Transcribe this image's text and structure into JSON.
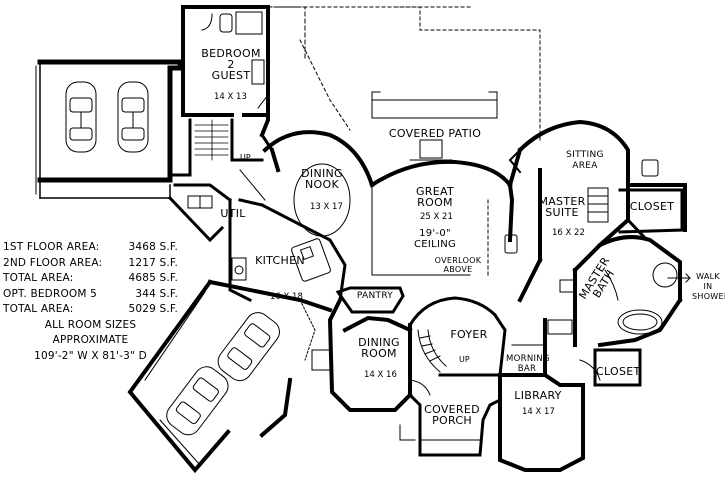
{
  "rooms": {
    "bedroom2": {
      "name": "BEDROOM",
      "num": "2",
      "sub": "GUEST",
      "dim": "14 X 13"
    },
    "dining_nook": {
      "name": "DINING",
      "sub": "NOOK",
      "dim": "13 X 17"
    },
    "great_room": {
      "name": "GREAT",
      "sub": "ROOM",
      "dim": "25 X 21",
      "ceiling1": "19'-0\"",
      "ceiling2": "CEILING"
    },
    "covered_patio": {
      "name": "COVERED PATIO"
    },
    "sitting_area": {
      "name": "SITTING",
      "sub": "AREA"
    },
    "master_suite": {
      "name": "MASTER",
      "sub": "SUITE",
      "dim": "16 X 22"
    },
    "closet_top": {
      "name": "CLOSET"
    },
    "closet_bottom": {
      "name": "CLOSET"
    },
    "master_bath": {
      "name": "MASTER",
      "sub": "BATH"
    },
    "walk_in_shower": {
      "l1": "WALK",
      "l2": "IN",
      "l3": "SHOWER"
    },
    "util": {
      "name": "UTIL"
    },
    "kitchen": {
      "name": "KITCHEN",
      "dim": "16 X 18"
    },
    "overlook": {
      "l1": "OVERLOOK",
      "l2": "ABOVE"
    },
    "pantry": {
      "name": "PANTRY"
    },
    "foyer": {
      "name": "FOYER"
    },
    "dining_room": {
      "name": "DINING",
      "sub": "ROOM",
      "dim": "14 X 16"
    },
    "morning_bar": {
      "l1": "MORNING",
      "l2": "BAR"
    },
    "library": {
      "name": "LIBRARY",
      "dim": "14 X 17"
    },
    "covered_porch": {
      "name": "COVERED",
      "sub": "PORCH"
    }
  },
  "stairs": {
    "up1": "UP",
    "up2": "UP"
  },
  "areas": {
    "rows": [
      {
        "label": "1ST FLOOR AREA:",
        "value": "3468 S.F."
      },
      {
        "label": "2ND FLOOR AREA:",
        "value": "1217 S.F."
      },
      {
        "label": "TOTAL AREA:",
        "value": "4685 S.F."
      },
      {
        "label": "OPT. BEDROOM 5",
        "value": "344 S.F."
      },
      {
        "label": "TOTAL AREA:",
        "value": "5029 S.F."
      }
    ],
    "note1": "ALL ROOM SIZES",
    "note2": "APPROXIMATE",
    "overall": "109'-2\" W X 81'-3\" D"
  }
}
